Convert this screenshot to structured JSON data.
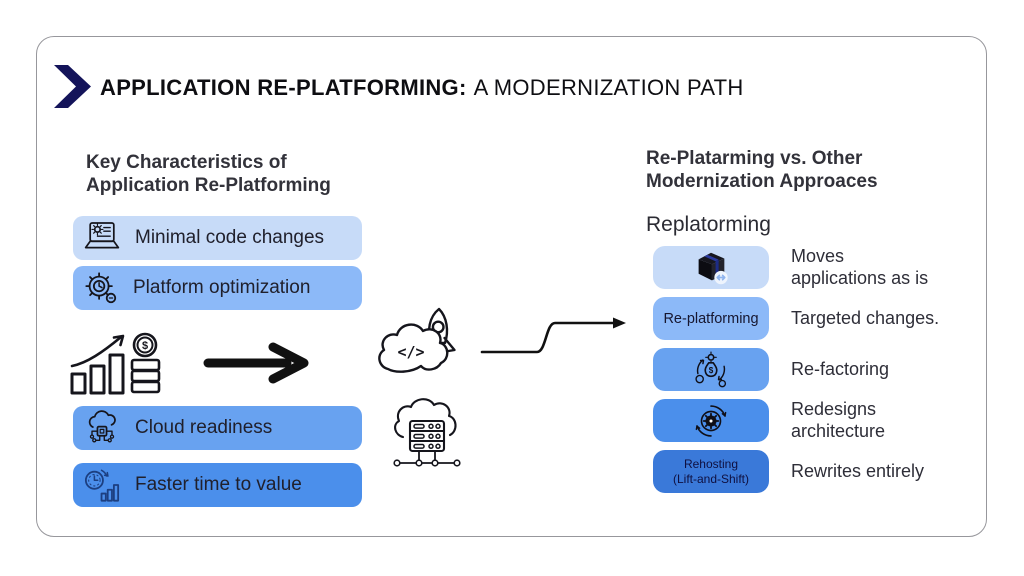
{
  "header": {
    "title_bold": "APPLICATION RE-PLATFORMING:",
    "title_regular": "A MODERNIZATION PATH",
    "chevron_icon": "chevron-right-icon",
    "chevron_color": "#14145a"
  },
  "left_section": {
    "heading": "Key Characteristics of\nApplication Re-Platforming",
    "pills": [
      {
        "label": "Minimal code changes",
        "icon": "laptop-gear-icon",
        "bg": "#c7dbf8"
      },
      {
        "label": "Platform optimization",
        "icon": "gear-clock-icon",
        "bg": "#8cb9f8"
      },
      {
        "label": "Cloud readiness",
        "icon": "cloud-circuit-icon",
        "bg": "#68a2f0"
      },
      {
        "label": "Faster time to value",
        "icon": "stopwatch-chart-icon",
        "bg": "#4b8feb"
      }
    ]
  },
  "middle": {
    "icons": [
      "growth-chart-coins-icon",
      "right-arrow-icon",
      "cloud-code-rocket-icon",
      "cloud-server-network-icon",
      "elbow-connector-arrow"
    ]
  },
  "right_section": {
    "heading": "Re-Platarming vs. Other\nModernization Approaces",
    "subheading": "Replatorming",
    "rows": [
      {
        "box_icon": "package-box-icon",
        "box_label": "",
        "bg": "#c7dbf8",
        "description": "Moves\napplications as is"
      },
      {
        "box_icon": "",
        "box_label": "Re-platforming",
        "bg": "#8cb9f8",
        "description": "Targeted changes."
      },
      {
        "box_icon": "money-gear-cycle-icon",
        "box_label": "",
        "bg": "#68a2f0",
        "description": "Re-factoring"
      },
      {
        "box_icon": "gear-target-icon",
        "box_label": "",
        "bg": "#4b8feb",
        "description": "Redesigns\narchitecture"
      },
      {
        "box_icon": "",
        "box_label": "Rehosting\n(Lift-and-Shift)",
        "bg": "#3a79d9",
        "description": "Rewrites entirely"
      }
    ]
  },
  "glyphs": {
    "code": "</>",
    "dollar": "$"
  },
  "colors": {
    "accent_navy": "#14145a",
    "pill_blue_1": "#c7dbf8",
    "pill_blue_2": "#8cb9f8",
    "pill_blue_3": "#68a2f0",
    "pill_blue_4": "#4b8feb",
    "box_blue_5": "#3a79d9",
    "icon_navy": "#1c3f80",
    "card_border": "#97979c",
    "text_dark": "#2e2e38"
  }
}
